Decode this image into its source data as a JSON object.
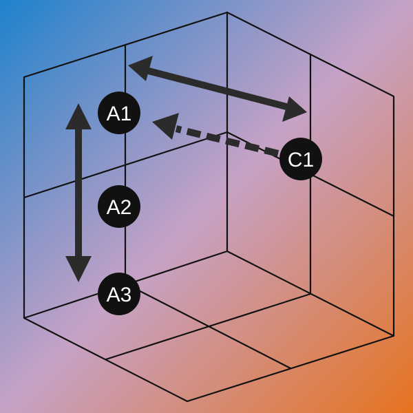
{
  "colors": {
    "gradient_start": "#1e82cc",
    "gradient_mid": "#c6a2c6",
    "gradient_end": "#e6731f",
    "line": "#111111",
    "arrow": "#2b2b2b",
    "node_fill": "#111111",
    "node_text": "#ffffff"
  },
  "nodes": {
    "a1": {
      "label": "A1"
    },
    "a2": {
      "label": "A2"
    },
    "a3": {
      "label": "A3"
    },
    "c1": {
      "label": "C1"
    }
  },
  "arrows": [
    {
      "from": "A1",
      "to": "A3",
      "style": "solid",
      "heads": "both"
    },
    {
      "from": "A1",
      "to": "C1",
      "style": "solid",
      "heads": "both"
    },
    {
      "from": "C1",
      "to": "A1",
      "style": "dashed",
      "heads": "end"
    }
  ]
}
